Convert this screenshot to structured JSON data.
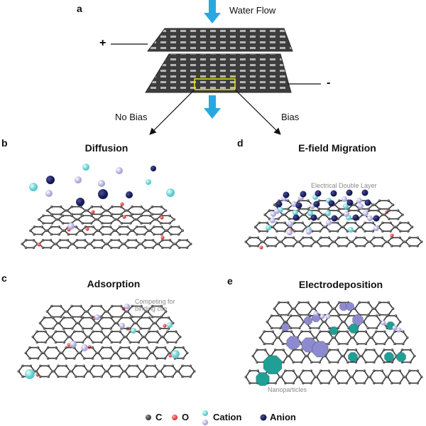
{
  "panel_a": {
    "letter": "a",
    "water_flow_label": "Water Flow",
    "plus_label": "+",
    "minus_label": "-",
    "no_bias_label": "No Bias",
    "bias_label": "Bias"
  },
  "panels": {
    "b": {
      "letter": "b",
      "title": "Diffusion"
    },
    "c": {
      "letter": "c",
      "title": "Adsorption",
      "annotation_line1": "Competing for",
      "annotation_line2": "binding cite"
    },
    "d": {
      "letter": "d",
      "title": "E-field Migration",
      "annotation": "Electrical Double Layer"
    },
    "e": {
      "letter": "e",
      "title": "Electrodeposition",
      "annotation": "Nanoparticles"
    }
  },
  "legend": {
    "items": [
      {
        "label": "C",
        "color": "#555555"
      },
      {
        "label": "O",
        "color": "#ef5b5b"
      },
      {
        "label": "Cation",
        "color": "#8fd9da",
        "alt_color": "#c9c6ea"
      },
      {
        "label": "Anion",
        "color": "#1b1f5e"
      }
    ]
  },
  "colors": {
    "flow_arrow": "#29a8e0",
    "highlight_box": "#e6e600",
    "carbon": "#555555",
    "oxygen": "#ef5b5b",
    "cation_cyan": "#8fd9da",
    "cation_lavender": "#c9c6ea",
    "anion": "#1b1f5e",
    "np_teal": "#1f9f96",
    "np_purple": "#8e8ad0"
  }
}
